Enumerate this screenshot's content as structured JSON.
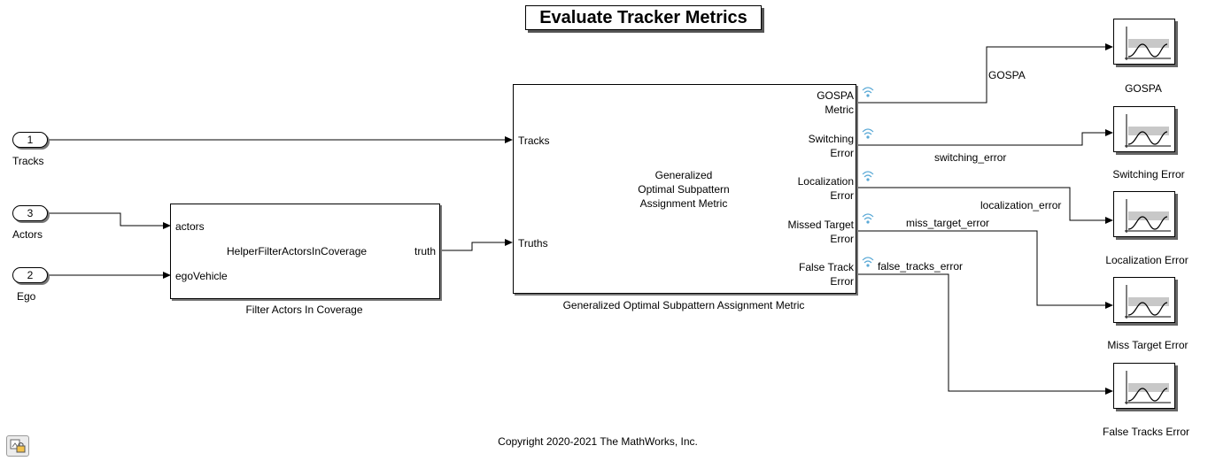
{
  "title": "Evaluate Tracker Metrics",
  "copyright": "Copyright 2020-2021 The MathWorks, Inc.",
  "inports": [
    {
      "number": "1",
      "label": "Tracks"
    },
    {
      "number": "3",
      "label": "Actors"
    },
    {
      "number": "2",
      "label": "Ego"
    }
  ],
  "filter_block": {
    "name": "Filter Actors In Coverage",
    "body": "HelperFilterActorsInCoverage",
    "inputs": [
      "actors",
      "egoVehicle"
    ],
    "output": "truth"
  },
  "gospa_block": {
    "name": "Generalized Optimal Subpattern Assignment Metric",
    "body": [
      "Generalized",
      "Optimal Subpattern",
      "Assignment Metric"
    ],
    "inputs": [
      "Tracks",
      "Truths"
    ],
    "outputs": [
      {
        "line1": "GOSPA",
        "line2": "Metric"
      },
      {
        "line1": "Switching",
        "line2": "Error"
      },
      {
        "line1": "Localization",
        "line2": "Error"
      },
      {
        "line1": "Missed Target",
        "line2": "Error"
      },
      {
        "line1": "False Track",
        "line2": "Error"
      }
    ]
  },
  "signals": [
    "GOSPA",
    "switching_error",
    "localization_error",
    "miss_target_error",
    "false_tracks_error"
  ],
  "scopes": [
    "GOSPA",
    "Switching Error",
    "Localization Error",
    "Miss Target Error",
    "False Tracks Error"
  ],
  "icons": {
    "signal_logging": "wifi-signal-icon",
    "scope": "scope-icon",
    "lock": "lock-link-icon"
  },
  "colors": {
    "logging_icon": "#5aa9d6",
    "scope_band": "#c8c8c8",
    "line": "#000000"
  }
}
